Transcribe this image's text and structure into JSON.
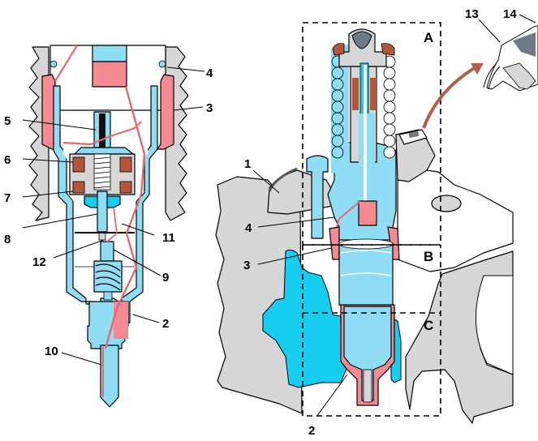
{
  "diagram": {
    "type": "technical-cross-section",
    "colors": {
      "fuel_blue": "#8fdcf5",
      "coolant_cyan": "#16cdf0",
      "high_pressure_red": "#f58a92",
      "coil_brown": "#b4553c",
      "metal_gray": "#d6d6d6",
      "dark_gray": "#6e7b85",
      "arrow_brown": "#b06045"
    },
    "left_view": {
      "labels": [
        {
          "id": "4",
          "text": "4"
        },
        {
          "id": "3",
          "text": "3"
        },
        {
          "id": "5",
          "text": "5"
        },
        {
          "id": "6",
          "text": "6"
        },
        {
          "id": "7",
          "text": "7"
        },
        {
          "id": "8",
          "text": "8"
        },
        {
          "id": "11",
          "text": "11"
        },
        {
          "id": "12",
          "text": "12"
        },
        {
          "id": "9",
          "text": "9"
        },
        {
          "id": "2",
          "text": "2"
        },
        {
          "id": "10",
          "text": "10"
        }
      ]
    },
    "right_view": {
      "labels": [
        {
          "id": "1",
          "text": "1"
        },
        {
          "id": "4",
          "text": "4"
        },
        {
          "id": "3",
          "text": "3"
        },
        {
          "id": "2",
          "text": "2"
        },
        {
          "id": "13",
          "text": "13"
        },
        {
          "id": "14",
          "text": "14"
        }
      ],
      "zones": [
        {
          "id": "A",
          "text": "A"
        },
        {
          "id": "B",
          "text": "B"
        },
        {
          "id": "C",
          "text": "C"
        }
      ]
    }
  }
}
